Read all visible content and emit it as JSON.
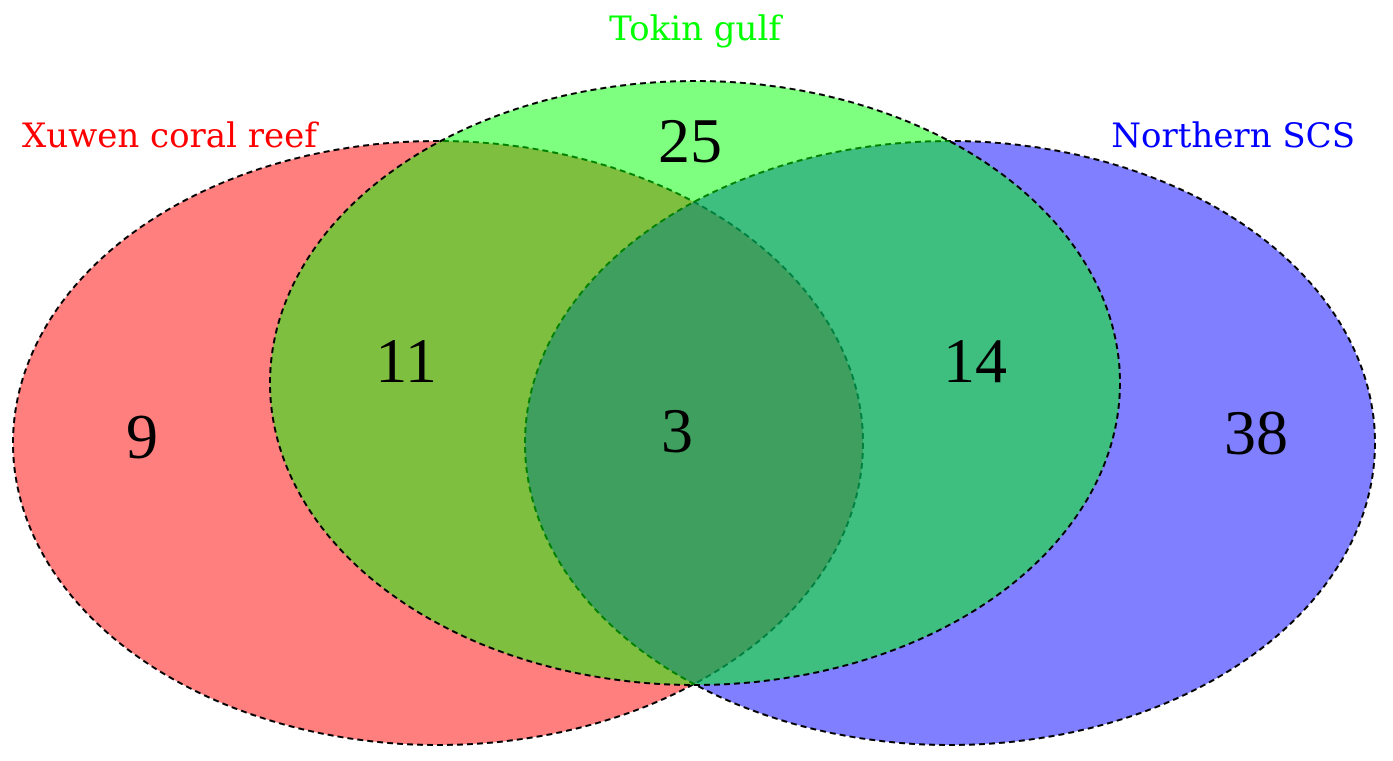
{
  "sets": [
    {
      "id": "xuwen",
      "label": "Xuwen coral reef",
      "color": "#ff0000",
      "fill": "rgba(255,0,0,0.5)"
    },
    {
      "id": "tokin",
      "label": "Tokin gulf",
      "color": "#00ff00",
      "fill": "rgba(0,255,0,0.5)"
    },
    {
      "id": "scs",
      "label": "Northern SCS",
      "color": "#0000ff",
      "fill": "rgba(0,0,255,0.5)"
    }
  ],
  "regions": {
    "xuwen_only": "9",
    "tokin_only": "25",
    "scs_only": "38",
    "xuwen_tokin": "11",
    "tokin_scs": "14",
    "all_three": "3"
  }
}
